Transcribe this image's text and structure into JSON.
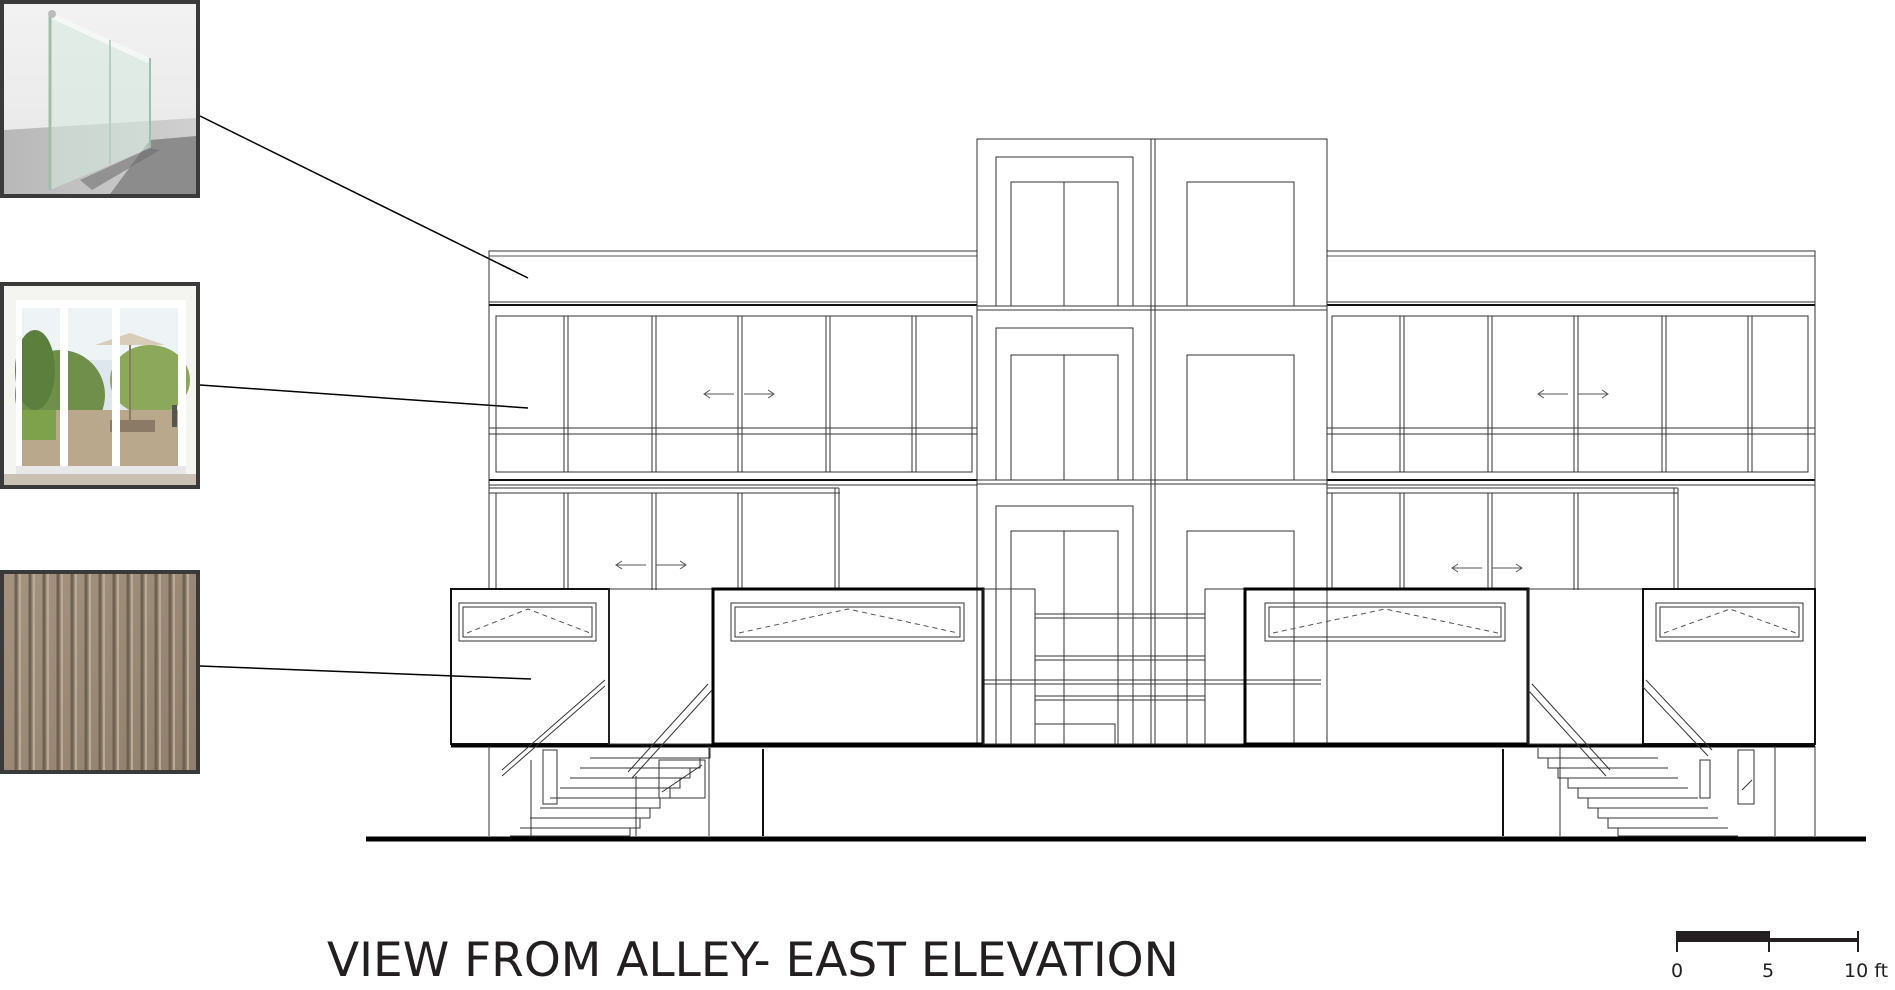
{
  "title": "VIEW FROM ALLEY- EAST ELEVATION",
  "scale_bar": {
    "labels": [
      "0",
      "5",
      "10 ft"
    ]
  },
  "material_swatches": [
    {
      "id": "glass-railing",
      "icon": "glass-railing-swatch"
    },
    {
      "id": "sliding-door",
      "icon": "sliding-glass-door-swatch"
    },
    {
      "id": "wood-cladding",
      "icon": "vertical-wood-cladding-swatch"
    }
  ],
  "colors": {
    "line": "#333333",
    "wood": "#9c8b78",
    "glass": "#dfe6e3"
  }
}
